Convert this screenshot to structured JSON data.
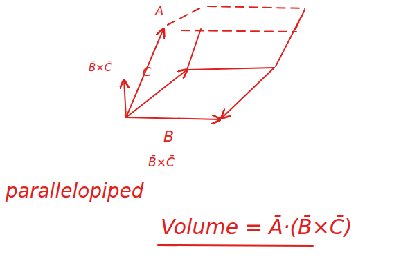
{
  "diagram": {
    "labels": [
      "B̄×C̄",
      "A",
      "C",
      "B",
      "B̄×C̄",
      "parallelopiped",
      "Volume = Ā·(B̄×C̄)"
    ]
  }
}
